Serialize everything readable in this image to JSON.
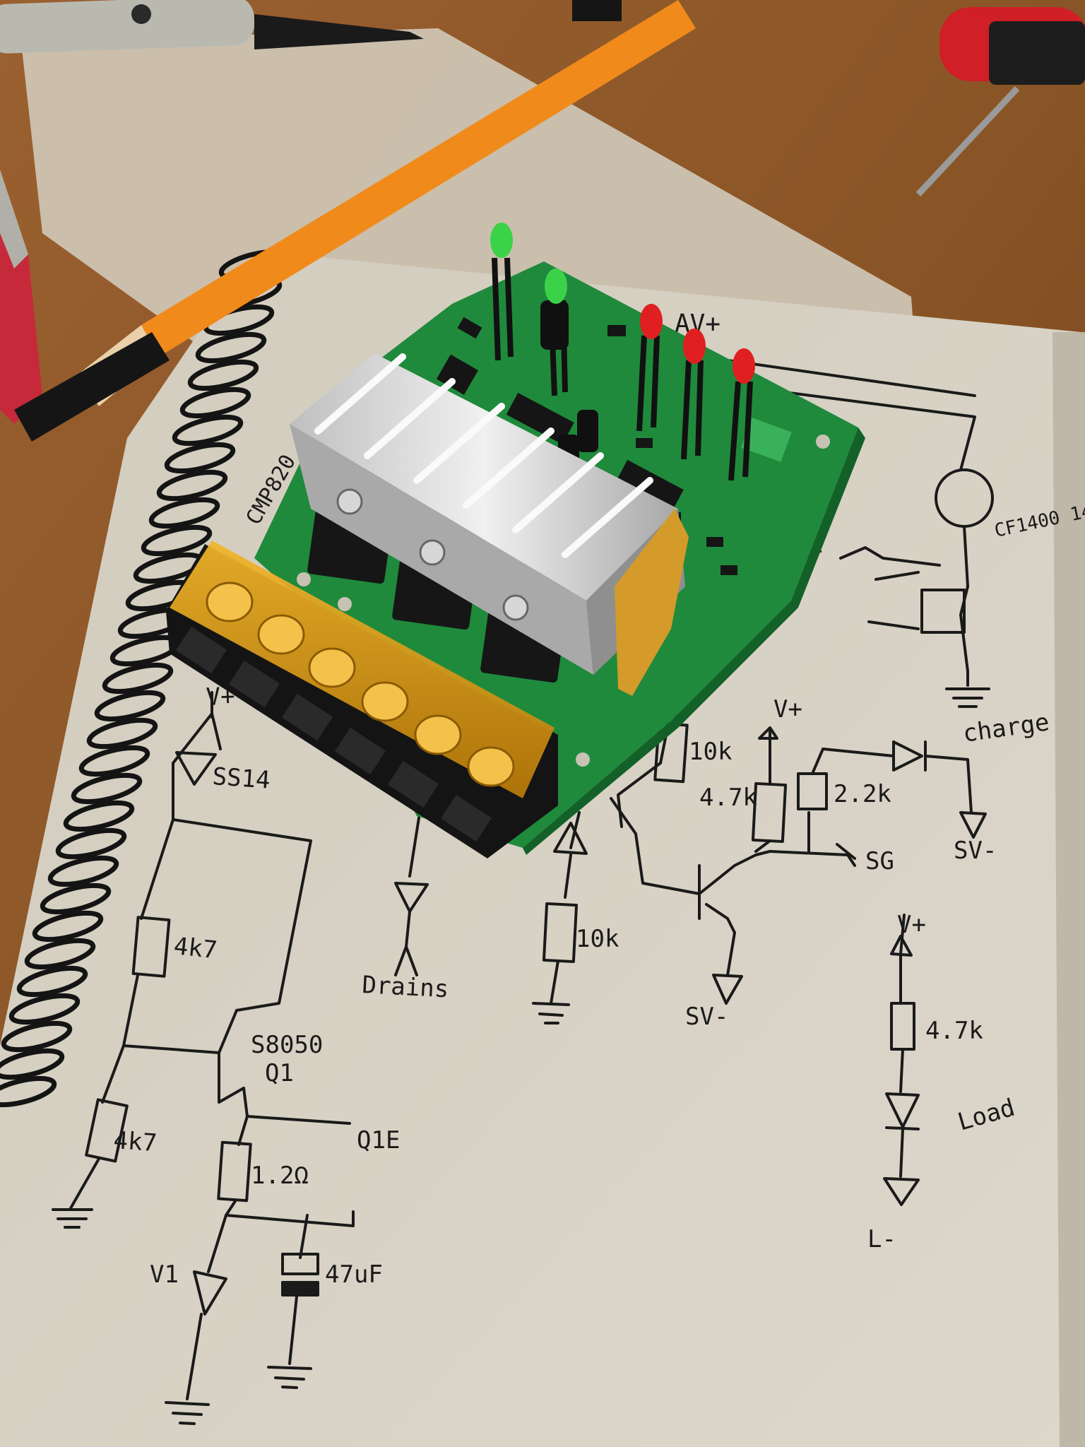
{
  "colors": {
    "desk": "#8a5526",
    "desk_dark": "#5e3616",
    "paper": "#d9d4c8",
    "paper_shadow": "#bdb6a6",
    "pcb": "#1f8a3c",
    "pcb_dark": "#136128",
    "heatsink": "#d8d8d8",
    "terminal_cover": "#e0a010",
    "terminal_base": "#1a1a1a",
    "led_green": "#3bd24a",
    "led_red": "#e02020",
    "ink": "#1a1a1a",
    "pencil": "#f08a1a"
  },
  "schematic_labels": {
    "ss14": "SS14",
    "r_4k7_top": "4k7",
    "r_4k7_bottom": "4k7",
    "s8050": "S8050",
    "q1": "Q1",
    "r_1_2": "1.2Ω",
    "q1_e": "Q1E",
    "cap_47uf": "47uF",
    "v1": "V1",
    "drains": "Drains",
    "r_10k_bottom": "10k",
    "r_10k_top": "10k",
    "r_4_7k_mid": "4.7k",
    "r_2_2k": "2.2k",
    "charge": "charge",
    "sg": "SG",
    "sv_minus_1": "SV-",
    "sv_minus_2": "SV-",
    "v_plus_1": "V+",
    "v_plus_2": "V+",
    "v_plus_3": "V+",
    "r_4_7k_right": "4.7k",
    "load": "Load",
    "l_minus_top": "L-",
    "l_minus_bottom": "L-",
    "mosfet": "CF1400 14A",
    "cmp": "CMP820",
    "av_plus": "AV+"
  },
  "icons": [
    "spiral-binding",
    "multimeter-probe",
    "pencil",
    "screwdriver",
    "pcb-board",
    "heatsink",
    "terminal-block",
    "led-indicators"
  ]
}
